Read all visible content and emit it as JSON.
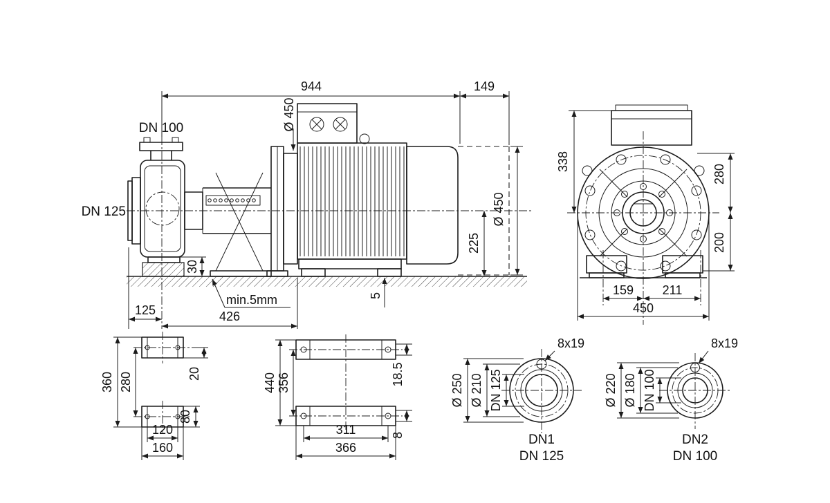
{
  "colors": {
    "ink": "#1c1c1c",
    "background": "#ffffff"
  },
  "side_view": {
    "dim_944": "944",
    "dim_149": "149",
    "dn100": "DN 100",
    "dn125": "DN 125",
    "dia_flange": "Ø 450",
    "dia_motor": "Ø 450",
    "dim_225": "225",
    "dim_30": "30",
    "note_min5": "min.5mm",
    "dim_125": "125",
    "dim_426": "426",
    "dim_5": "5"
  },
  "front_view": {
    "dim_338": "338",
    "dim_280": "280",
    "dim_200": "200",
    "dim_159": "159",
    "dim_211": "211",
    "dim_450": "450"
  },
  "pump_foot_view": {
    "dim_360": "360",
    "dim_280": "280",
    "dim_20": "20",
    "dim_80": "80",
    "dim_120": "120",
    "dim_160": "160"
  },
  "motor_foot_view": {
    "dim_440": "440",
    "dim_356": "356",
    "dim_18_5": "18.5",
    "dim_8": "8",
    "dim_311": "311",
    "dim_366": "366"
  },
  "flange_dn125": {
    "dia_outer": "Ø 250",
    "dia_bolt_circle": "Ø 210",
    "dia_nominal": "DN 125",
    "bolt_holes": "8x19",
    "label_port": "DN1",
    "label_size": "DN 125"
  },
  "flange_dn100": {
    "dia_outer": "Ø 220",
    "dia_bolt_circle": "Ø 180",
    "dia_nominal": "DN 100",
    "bolt_holes": "8x19",
    "label_port": "DN2",
    "label_size": "DN 100"
  }
}
